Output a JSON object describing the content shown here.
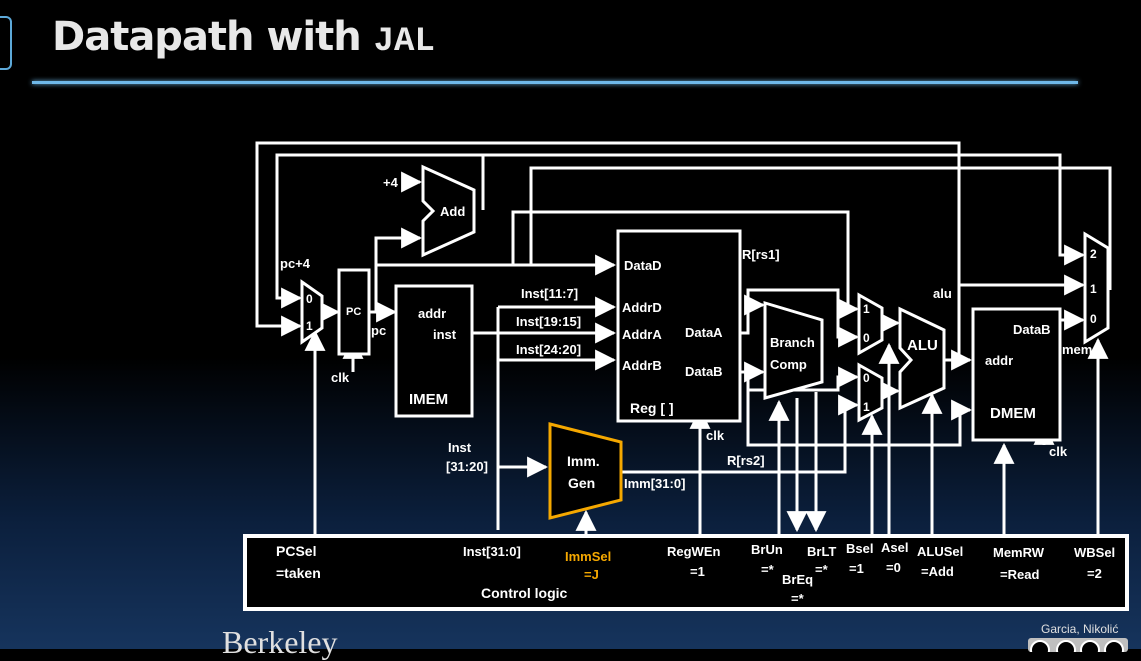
{
  "title": {
    "main": "Datapath with ",
    "code": "JAL"
  },
  "footer": {
    "logo_text": "Berkeley",
    "credit": "Garcia, Nikolić"
  },
  "diagram": {
    "blocks": {
      "pc": "PC",
      "imem_addr": "addr",
      "imem_inst": "inst",
      "imem": "IMEM",
      "adder": "Add",
      "reg_datad": "DataD",
      "reg_addrd": "AddrD",
      "reg_addra": "AddrA",
      "reg_addrb": "AddrB",
      "reg_dataa": "DataA",
      "reg_datab": "DataB",
      "reg": "Reg [ ]",
      "branch1": "Branch",
      "branch2": "Comp",
      "alu": "ALU",
      "dmem_addr": "addr",
      "dmem_datab": "DataB",
      "dmem": "DMEM",
      "immgen1": "Imm.",
      "immgen2": "Gen"
    },
    "signals": {
      "plus4": "+4",
      "pc_plus4": "pc+4",
      "pc": "pc",
      "clk": "clk",
      "inst_11_7": "Inst[11:7]",
      "inst_19_15": "Inst[19:15]",
      "inst_24_20": "Inst[24:20]",
      "inst_31_20_a": "Inst",
      "inst_31_20_b": "[31:20]",
      "imm_31_0": "Imm[31:0]",
      "r_rs1": "R[rs1]",
      "r_rs2": "R[rs2]",
      "alu": "alu",
      "mem": "mem"
    },
    "mux_inputs": {
      "pc_mux": [
        "0",
        "1"
      ],
      "a_mux": [
        "1",
        "0"
      ],
      "b_mux": [
        "0",
        "1"
      ],
      "wb_mux": [
        "2",
        "1",
        "0"
      ]
    },
    "control": {
      "label": "Control logic",
      "pcsel": {
        "name": "PCSel",
        "value": "=taken"
      },
      "inst": "Inst[31:0]",
      "immsel": {
        "name": "ImmSel",
        "value": "=J"
      },
      "regwen": {
        "name": "RegWEn",
        "value": "=1"
      },
      "brun": {
        "name": "BrUn",
        "value": "=*"
      },
      "breq": {
        "name": "BrEq",
        "value": "=*"
      },
      "brlt": {
        "name": "BrLT",
        "value": "=*"
      },
      "bsel": {
        "name": "Bsel",
        "value": "=1"
      },
      "asel": {
        "name": "Asel",
        "value": "=0"
      },
      "alusel": {
        "name": "ALUSel",
        "value": "=Add"
      },
      "memrw": {
        "name": "MemRW",
        "value": "=Read"
      },
      "wbsel": {
        "name": "WBSel",
        "value": "=2"
      }
    },
    "colors": {
      "highlight": "#f5a800",
      "wire": "#ffffff",
      "rule": "#6fb8e8"
    }
  }
}
